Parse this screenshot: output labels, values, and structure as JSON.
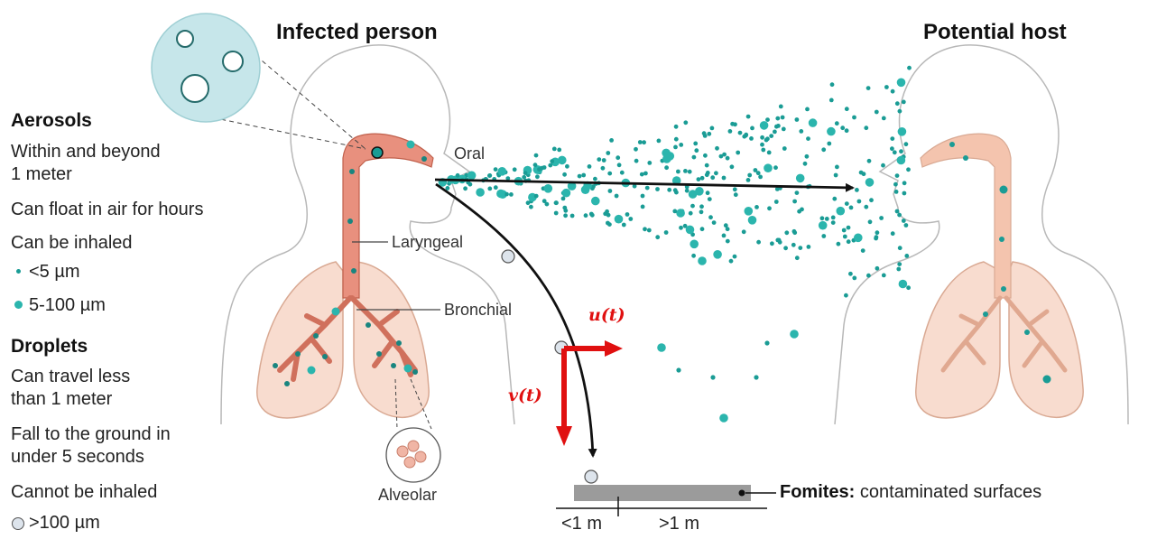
{
  "titles": {
    "infected": "Infected person",
    "host": "Potential host"
  },
  "aerosols": {
    "heading": "Aerosols",
    "line1a": "Within and beyond",
    "line1b": "1 meter",
    "line2": "Can float in air for hours",
    "line3": "Can be inhaled",
    "size_small": "<5 µm",
    "size_large": "5-100 µm"
  },
  "droplets": {
    "heading": "Droplets",
    "line1a": "Can travel less",
    "line1b": "than 1 meter",
    "line2a": "Fall to the ground in",
    "line2b": "under 5 seconds",
    "line3": "Cannot be inhaled",
    "size": ">100 µm"
  },
  "labels": {
    "oral": "Oral",
    "laryngeal": "Laryngeal",
    "bronchial": "Bronchial",
    "alveolar": "Alveolar"
  },
  "vectors": {
    "u": "u(t)",
    "v": "v(t)"
  },
  "fomites": {
    "bold": "Fomites:",
    "rest": " contaminated surfaces"
  },
  "distance": {
    "near": "<1 m",
    "far": ">1 m"
  },
  "colors": {
    "aerosol": "#1a9c95",
    "aerosol_large": "#2bb5ad",
    "droplet_fill": "#dde4ec",
    "airway": "#e8907e",
    "lung": "#f8dccf",
    "arrow_red": "#e01010",
    "outline": "#b8b8b8"
  }
}
